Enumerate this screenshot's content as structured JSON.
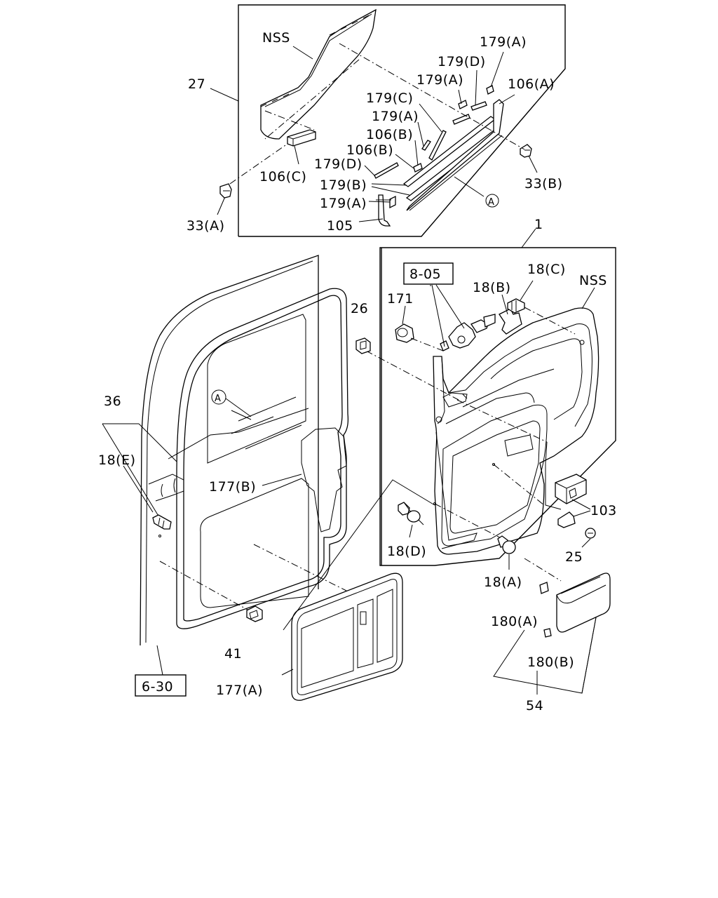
{
  "labels": {
    "l_nss_top": "NSS",
    "l_27": "27",
    "l_179a_1": "179(A)",
    "l_179d_1": "179(D)",
    "l_179a_2": "179(A)",
    "l_106a": "106(A)",
    "l_179c": "179(C)",
    "l_179a_3": "179(A)",
    "l_106b_1": "106(B)",
    "l_106b_2": "106(B)",
    "l_179d_2": "179(D)",
    "l_106c": "106(C)",
    "l_179b": "179(B)",
    "l_179a_4": "179(A)",
    "l_105": "105",
    "l_33a": "33(A)",
    "l_33b": "33(B)",
    "l_1": "1",
    "l_805": "8-05",
    "l_18c": "18(C)",
    "l_18b": "18(B)",
    "l_nss_right": "NSS",
    "l_171": "171",
    "l_26": "26",
    "l_36": "36",
    "l_18e": "18(E)",
    "l_177b": "177(B)",
    "l_103": "103",
    "l_25": "25",
    "l_18d": "18(D)",
    "l_18a": "18(A)",
    "l_41": "41",
    "l_630": "6-30",
    "l_177a": "177(A)",
    "l_180a": "180(A)",
    "l_180b": "180(B)",
    "l_54": "54",
    "callout_a_1": "A",
    "callout_a_2": "A"
  }
}
